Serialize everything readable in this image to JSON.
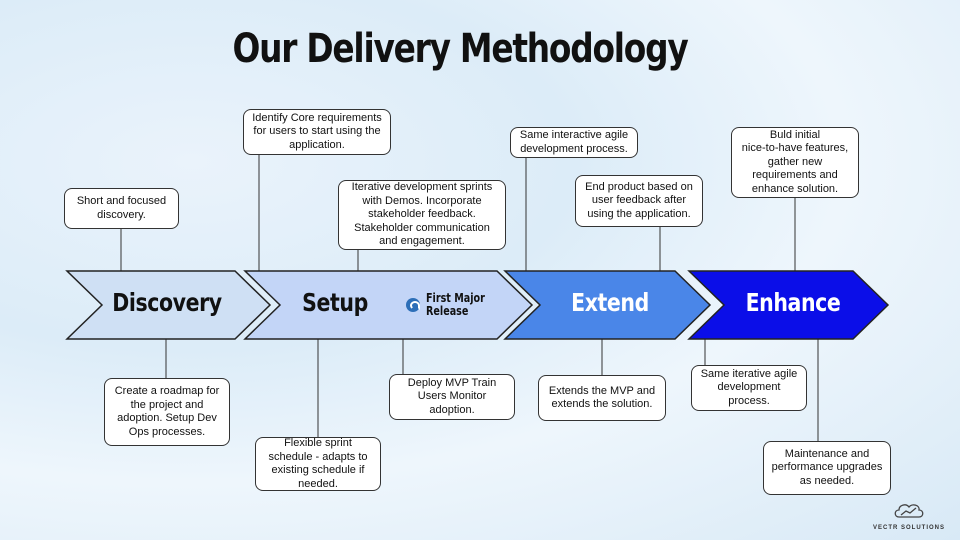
{
  "title": "Our Delivery Methodology",
  "stages": [
    {
      "label": "Discovery",
      "fill": "#cfe0f4",
      "text_color": "#111111"
    },
    {
      "label": "Setup",
      "fill": "#c3d5f7",
      "text_color": "#111111"
    },
    {
      "label": "Extend",
      "fill": "#4a86e8",
      "text_color": "#ffffff"
    },
    {
      "label": "Enhance",
      "fill": "#0b0ee8",
      "text_color": "#ffffff"
    }
  ],
  "milestone": {
    "text": "First Major\nRelease",
    "icon": "release-icon"
  },
  "notes_top": [
    "Short and focused discovery.",
    "Identify Core requirements for users to start using the application.",
    "Iterative development sprints with Demos. Incorporate stakeholder feedback. Stakeholder communication and engagement.",
    "Same interactive agile development process.",
    "End product based on user feedback after using the application.",
    "Buld initial\nnice-to-have features, gather new requirements and enhance solution."
  ],
  "notes_bottom": [
    "Create a roadmap for the project and adoption. Setup Dev Ops processes.",
    "Flexible sprint schedule - adapts to existing schedule if needed.",
    "Deploy MVP Train Users Monitor adoption.",
    "Extends the MVP and extends the solution.",
    "Same iterative agile development process.",
    "Maintenance and performance upgrades as needed."
  ],
  "logo": {
    "text": "VECTR SOLUTIONS",
    "icon": "cloud-chart-icon"
  }
}
